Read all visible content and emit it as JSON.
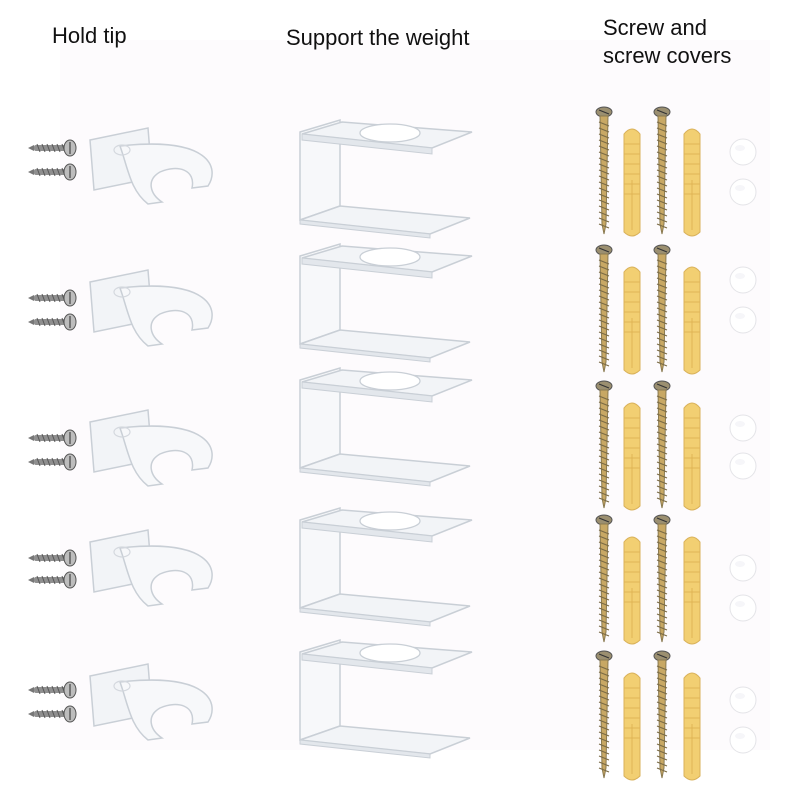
{
  "columns": [
    {
      "label": "Hold tip",
      "item": "hold-tip-clip-with-screws"
    },
    {
      "label": "Support the weight",
      "item": "acrylic-holder"
    },
    {
      "label": "Screw and\nscrew covers",
      "item": "screw-anchor-cover-set"
    }
  ],
  "sets": 5,
  "colors": {
    "acrylic_stroke": "#c9cfd6",
    "acrylic_fill": "#f2f4f7",
    "screw_metal": "#9a9a9a",
    "screw_gold": "#c8a864",
    "anchor_yellow": "#f2cf72",
    "cover_white": "#ffffff"
  }
}
